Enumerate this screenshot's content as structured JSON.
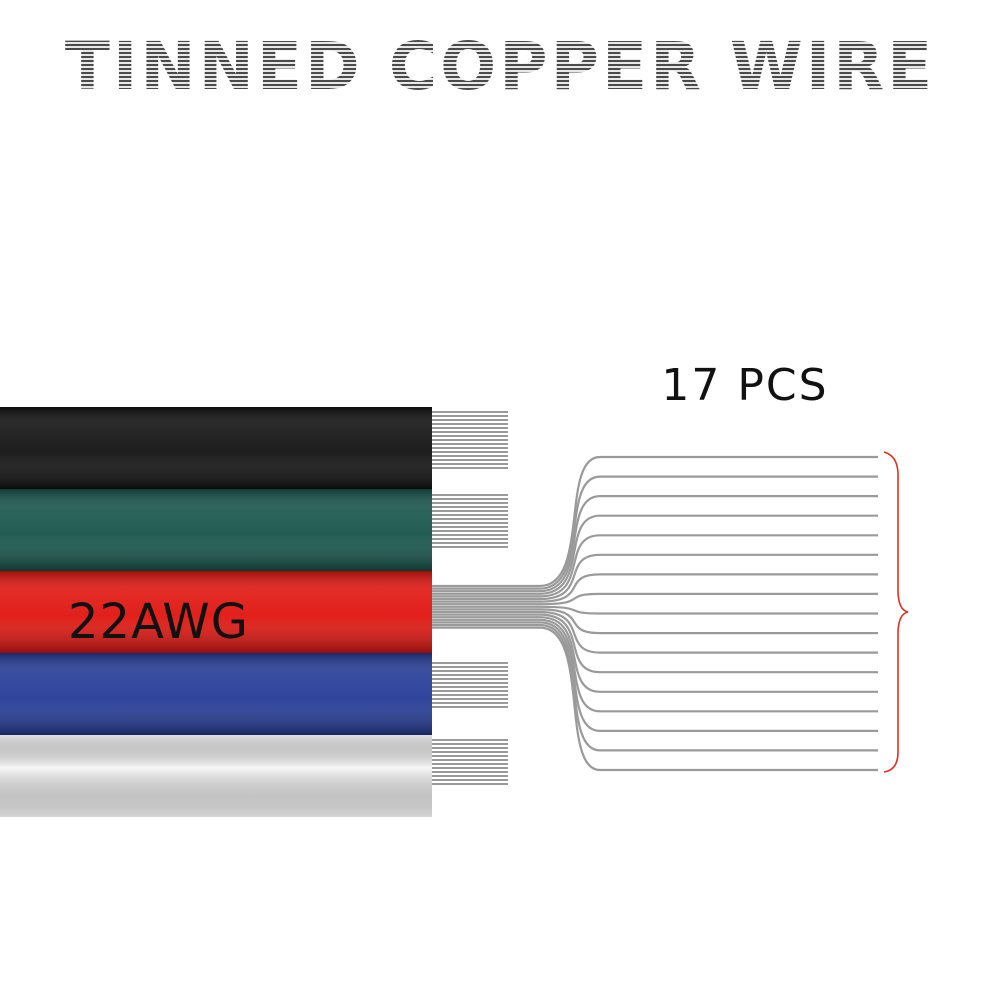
{
  "title": "TINNED COPPER WIRE",
  "count_label": "17 PCS",
  "gauge_label": "22AWG",
  "strand_count": 17,
  "wires": [
    {
      "name": "black",
      "color": "#111111"
    },
    {
      "name": "green",
      "color": "#16544a"
    },
    {
      "name": "red",
      "color": "#e0140f"
    },
    {
      "name": "blue",
      "color": "#243a96"
    },
    {
      "name": "white",
      "color": "#ececec"
    }
  ],
  "strand_color": "#9a9a9a",
  "bracket_color": "#e03020"
}
